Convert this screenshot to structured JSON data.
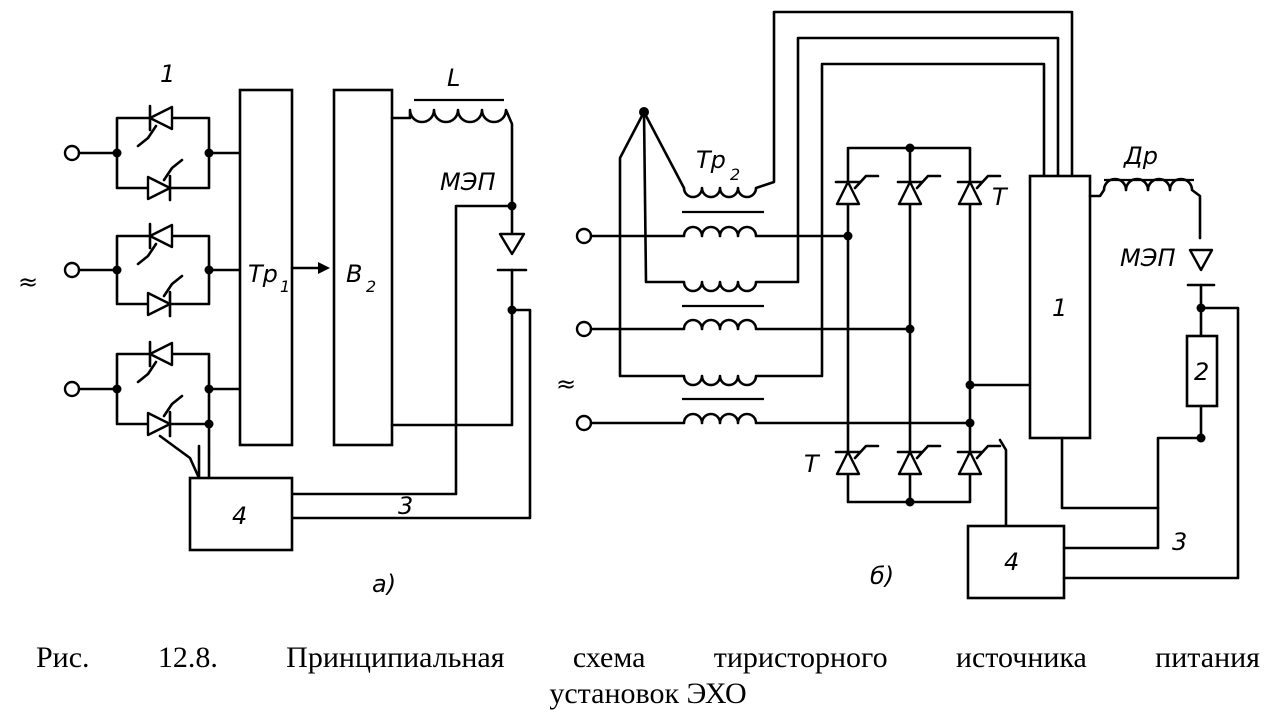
{
  "diagram": {
    "panel_a": {
      "label": "а)",
      "thyristor_label": "1",
      "transformer_label": "Тр",
      "transformer_index": "1",
      "rectifier_label": "В",
      "rectifier_index": "2",
      "inductor_label": "L",
      "electrode_label": "МЭП",
      "control_block_label": "4",
      "feedback_label": "3",
      "supply_symbol": "≈"
    },
    "panel_b": {
      "label": "б)",
      "transformer_label": "Тр",
      "transformer_index": "2",
      "thyristor_label_top": "Т",
      "thyristor_label_bottom": "Т",
      "choke_label": "Др",
      "electrode_label": "МЭП",
      "block_1_label": "1",
      "block_2_label": "2",
      "control_block_label": "4",
      "feedback_label": "3",
      "supply_symbol": "≈"
    }
  },
  "caption": {
    "line1_words": [
      "Рис.",
      "12.8.",
      "Принципиальная",
      "схема",
      "тиристорного",
      "источника",
      "питания"
    ],
    "line2": "установок ЭХО"
  }
}
